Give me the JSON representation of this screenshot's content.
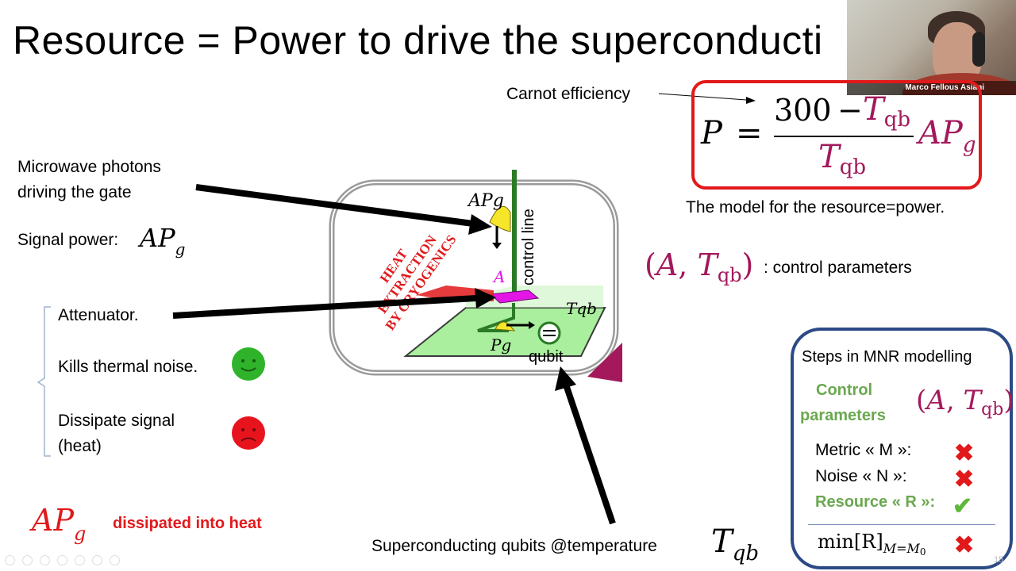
{
  "slide": {
    "title": "Resource = Power to drive the superconducti",
    "page_number": "15"
  },
  "video": {
    "participant_name": "Marco Fellous Asiani"
  },
  "left": {
    "microwave_line1": "Microwave photons",
    "microwave_line2": "driving the gate",
    "signal_power_label": "Signal power:",
    "signal_power_math": "APg",
    "attenuator": "Attenuator.",
    "kills_noise": "Kills thermal noise.",
    "dissipate_line1": "Dissipate signal",
    "dissipate_line2": "(heat)",
    "bottom_math": "APg",
    "dissipated_text": "dissipated into heat"
  },
  "diagram": {
    "heat_line1": "HEAT",
    "heat_line2": "EXTRACTION",
    "heat_line3": "BY CRYOGENICS",
    "control_line": "control line",
    "label_APg": "APg",
    "label_A": "A",
    "label_Tqb": "Tqb",
    "label_Pg": "Pg",
    "qubit": "qubit"
  },
  "bottom": {
    "caption": "Superconducting qubits @temperature",
    "caption_math": "Tqb"
  },
  "right": {
    "carnot": "Carnot efficiency",
    "formula_P": "P",
    "formula_eq": "=",
    "formula_num_300": "300",
    "formula_minus": "−",
    "formula_T": "T",
    "formula_qb": "qb",
    "formula_AP": "AP",
    "formula_g": "g",
    "model_caption": "The model for the resource=power.",
    "params_math_A": "A",
    "params_math_T": "T",
    "params_math_qb": "qb",
    "params_label": ": control parameters"
  },
  "steps": {
    "title": "Steps in MNR modelling",
    "control_line1": "Control",
    "control_line2": "parameters",
    "control_math_A": "A",
    "control_math_T": "T",
    "control_math_qb": "qb",
    "metric": "Metric « M »:",
    "noise": "Noise « N »:",
    "resource": "Resource « R »:",
    "min_text": "min[R]",
    "min_sub": "M=M",
    "min_sub0": "0",
    "x_mark": "✖",
    "check_mark": "✔"
  },
  "colors": {
    "formula_border": "#e2191b",
    "steps_border": "#2c4a86",
    "maroon": "#a3195b",
    "green": "#6aa84f",
    "red": "#e2191b",
    "smiley_green": "#2fb32a",
    "frown_red": "#e8141d"
  }
}
